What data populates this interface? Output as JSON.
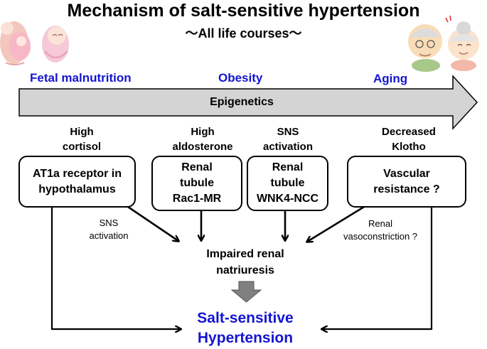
{
  "title": "Mechanism of salt-sensitive hypertension",
  "subtitle": "〜All life courses〜",
  "stages": {
    "fetal": "Fetal malnutrition",
    "obesity": "Obesity",
    "aging": "Aging"
  },
  "band_label": "Epigenetics",
  "factors": {
    "cortisol": "High\ncortisol",
    "aldosterone": "High\naldosterone",
    "sns": "SNS\nactivation",
    "klotho": "Decreased\nKlotho"
  },
  "boxes": {
    "hypothalamus": "AT1a receptor in\nhypothalamus",
    "rac1": "Renal\ntubule\nRac1-MR",
    "wnk4": "Renal\ntubule\nWNK4-NCC",
    "vascular": "Vascular\nresistance ?"
  },
  "side_labels": {
    "sns_activation": "SNS\nactivation",
    "renal_vasoconstriction": "Renal\nvasoconstriction ?"
  },
  "outcome": "Impaired renal\nnatriuresis",
  "final": "Salt-sensitive\nHypertension",
  "colors": {
    "stage_text": "#1414d2",
    "band_fill": "#d4d4d4",
    "down_arrow": "#808080"
  },
  "icons": [
    "pregnant-woman-icon",
    "baby-icon",
    "elderly-couple-icon"
  ]
}
